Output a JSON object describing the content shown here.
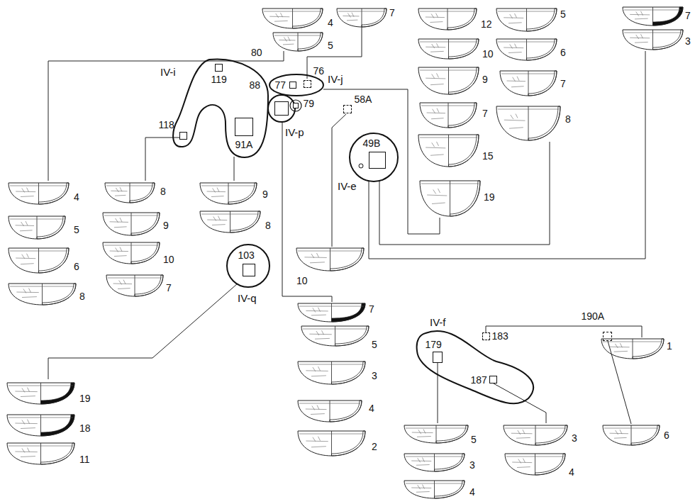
{
  "diagram": {
    "nodes": [
      {
        "text": [
          "IV-i"
        ]
      },
      {
        "text": [
          "119"
        ],
        "in": 0
      },
      {
        "text": [
          "118"
        ],
        "in": 0
      },
      {
        "text": [
          "91A"
        ],
        "in": 0
      },
      {
        "text": [
          "IV-j"
        ]
      },
      {
        "text": [
          "77"
        ],
        "in": 4
      },
      {
        "text": [
          "76"
        ],
        "in": 4
      },
      {
        "text": [
          "IV-p"
        ]
      },
      {
        "text": [
          "88"
        ],
        "in": 7
      },
      {
        "text": [
          "79"
        ],
        "in": 7
      },
      {
        "text": [
          "58A"
        ]
      },
      {
        "text": [
          "IV-e"
        ]
      },
      {
        "text": [
          "49B"
        ],
        "in": 11
      },
      {
        "text": [
          "IV-q"
        ]
      },
      {
        "text": [
          "103"
        ],
        "in": 13
      },
      {
        "text": [
          "IV-f"
        ]
      },
      {
        "text": [
          "179"
        ],
        "in": 15
      },
      {
        "text": [
          "187"
        ],
        "in": 15
      },
      {
        "text": [
          "183"
        ]
      },
      {
        "text": [
          "190A"
        ]
      }
    ],
    "labels": [
      "80",
      "4",
      "5",
      "7",
      "12",
      "10",
      "9",
      "7",
      "15",
      "19",
      "5",
      "6",
      "7",
      "8",
      "7",
      "3",
      "4",
      "5",
      "6",
      "8",
      "8",
      "9",
      "10",
      "7",
      "9",
      "8",
      "10",
      "7",
      "5",
      "3",
      "4",
      "2",
      "19",
      "18",
      "11",
      "1",
      "5",
      "3",
      "4",
      "3",
      "4",
      "6"
    ]
  }
}
